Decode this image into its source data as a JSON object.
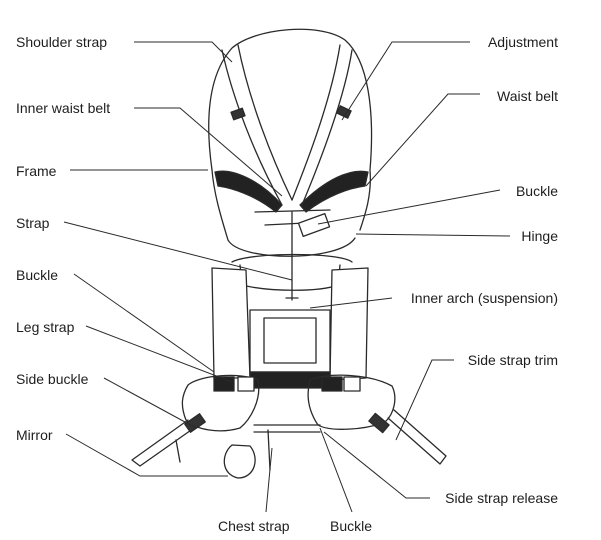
{
  "labels": {
    "shoulder_strap": "Shoulder strap",
    "inner_waist_belt": "Inner waist belt",
    "frame": "Frame",
    "strap": "Strap",
    "buckle_left": "Buckle",
    "leg_strap": "Leg strap",
    "side_buckle": "Side buckle",
    "mirror": "Mirror",
    "chest_strap": "Chest strap",
    "buckle_bottom": "Buckle",
    "adjustment": "Adjustment",
    "waist_belt": "Waist belt",
    "buckle_right": "Buckle",
    "hinge": "Hinge",
    "inner_arch": "Inner arch (suspension)",
    "side_strap_trim": "Side strap trim",
    "side_strap_release": "Side strap release"
  }
}
